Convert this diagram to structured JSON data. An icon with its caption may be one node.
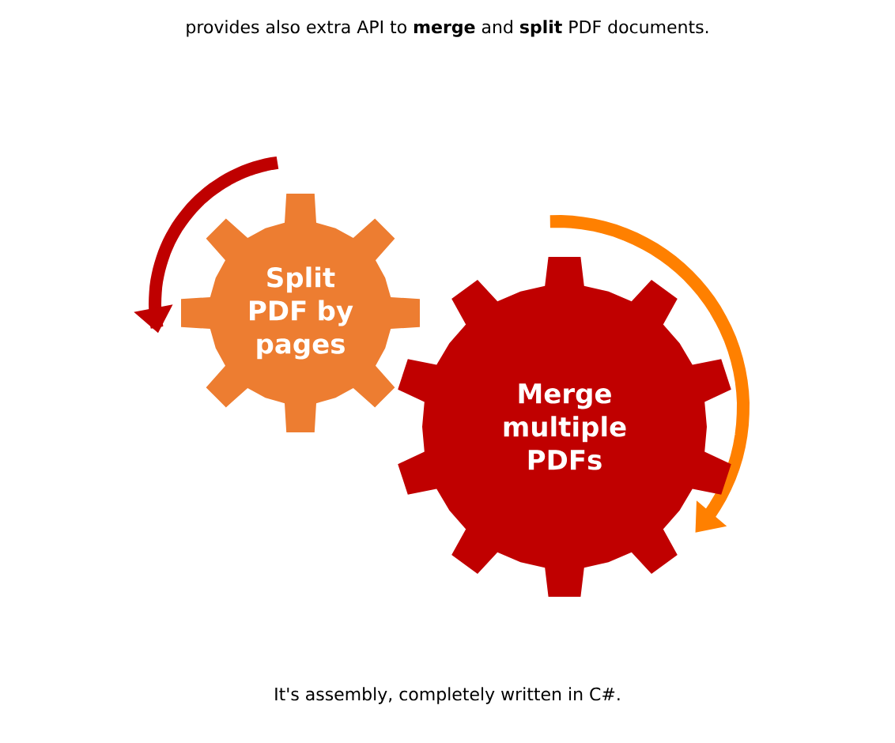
{
  "diagram": {
    "title": "provides also extra API to **merge** and **split** PDF documents.",
    "nodes": [
      {
        "text": [
          "Split PDF by pages"
        ]
      },
      {
        "text": [
          "Merge multiple PDFs"
        ]
      }
    ],
    "labels": [
      "It's assembly, completely written in C#."
    ]
  }
}
